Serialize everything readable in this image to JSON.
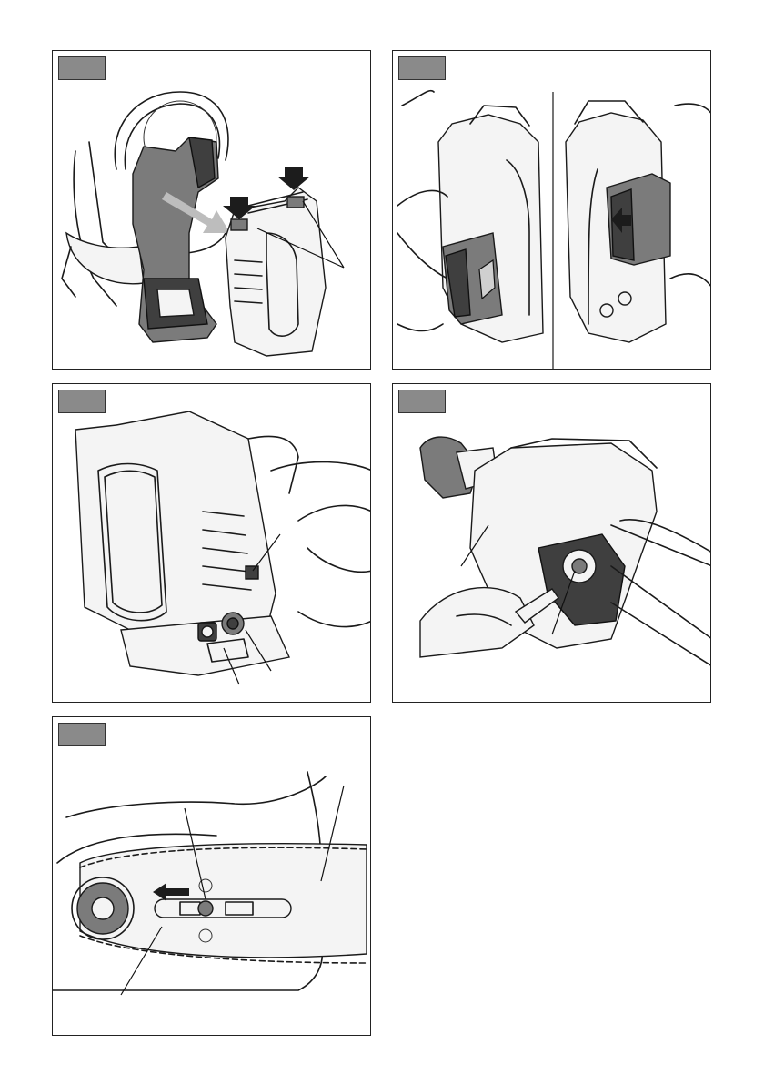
{
  "page": {
    "background": "#ffffff"
  },
  "colors": {
    "badge": "#8a8a8a",
    "outline": "#1a1a1a",
    "part_grey": "#7b7b7b",
    "part_dark": "#3f3f3f"
  },
  "panels": [
    {
      "id": "fig-1",
      "subject": "harness-and-battery-holder",
      "icons": [
        "arrow-down-icon",
        "arrow-down-icon",
        "insert-arrow-icon"
      ]
    },
    {
      "id": "fig-2",
      "subject": "battery-insertion-two-views",
      "icons": [
        "push-arrow-icon",
        "slide-arrow-icon"
      ]
    },
    {
      "id": "fig-3",
      "subject": "holder-connectors-closeup",
      "icons": []
    },
    {
      "id": "fig-4",
      "subject": "chain-cover-removal",
      "icons": []
    },
    {
      "id": "fig-5",
      "subject": "chain-and-bar-adjustment",
      "icons": [
        "arrow-left-icon"
      ]
    }
  ]
}
